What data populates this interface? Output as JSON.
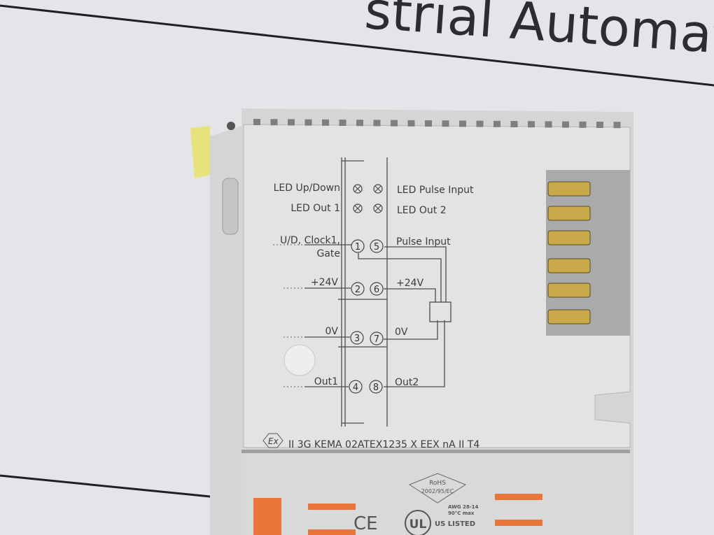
{
  "background": {
    "whiteboard_text": "strial Automat"
  },
  "module": {
    "led_labels": {
      "up_down": "LED Up/Down",
      "out1": "LED Out 1",
      "pulse_input": "LED Pulse Input",
      "out2": "LED Out 2"
    },
    "terminal_labels": {
      "left_1_line1": "U/D, Clock1,",
      "left_1_line2": "Gate",
      "left_2": "+24V",
      "left_3": "0V",
      "left_4": "Out1",
      "right_5": "Pulse Input",
      "right_6": "+24V",
      "right_7": "0V",
      "right_8": "Out2"
    },
    "terminal_numbers": [
      "1",
      "2",
      "3",
      "4",
      "5",
      "6",
      "7",
      "8"
    ],
    "certification": "II 3G  KEMA 02ATEX1235 X  EEX nA II T4",
    "ex_mark": "Ex",
    "rohs_line1": "RoHS",
    "rohs_line2": "2002/95/EC",
    "ce_mark": "CE",
    "ul_mark": "UL",
    "ul_listed": "US LISTED",
    "awg_line1": "AWG 28-14",
    "awg_line2": "90°C max",
    "contact_count": 6,
    "colors": {
      "body": "#dcdedd",
      "contacts": "#c9a94a",
      "release_tabs": "#e8753a",
      "latch": "#e6e36a"
    }
  }
}
